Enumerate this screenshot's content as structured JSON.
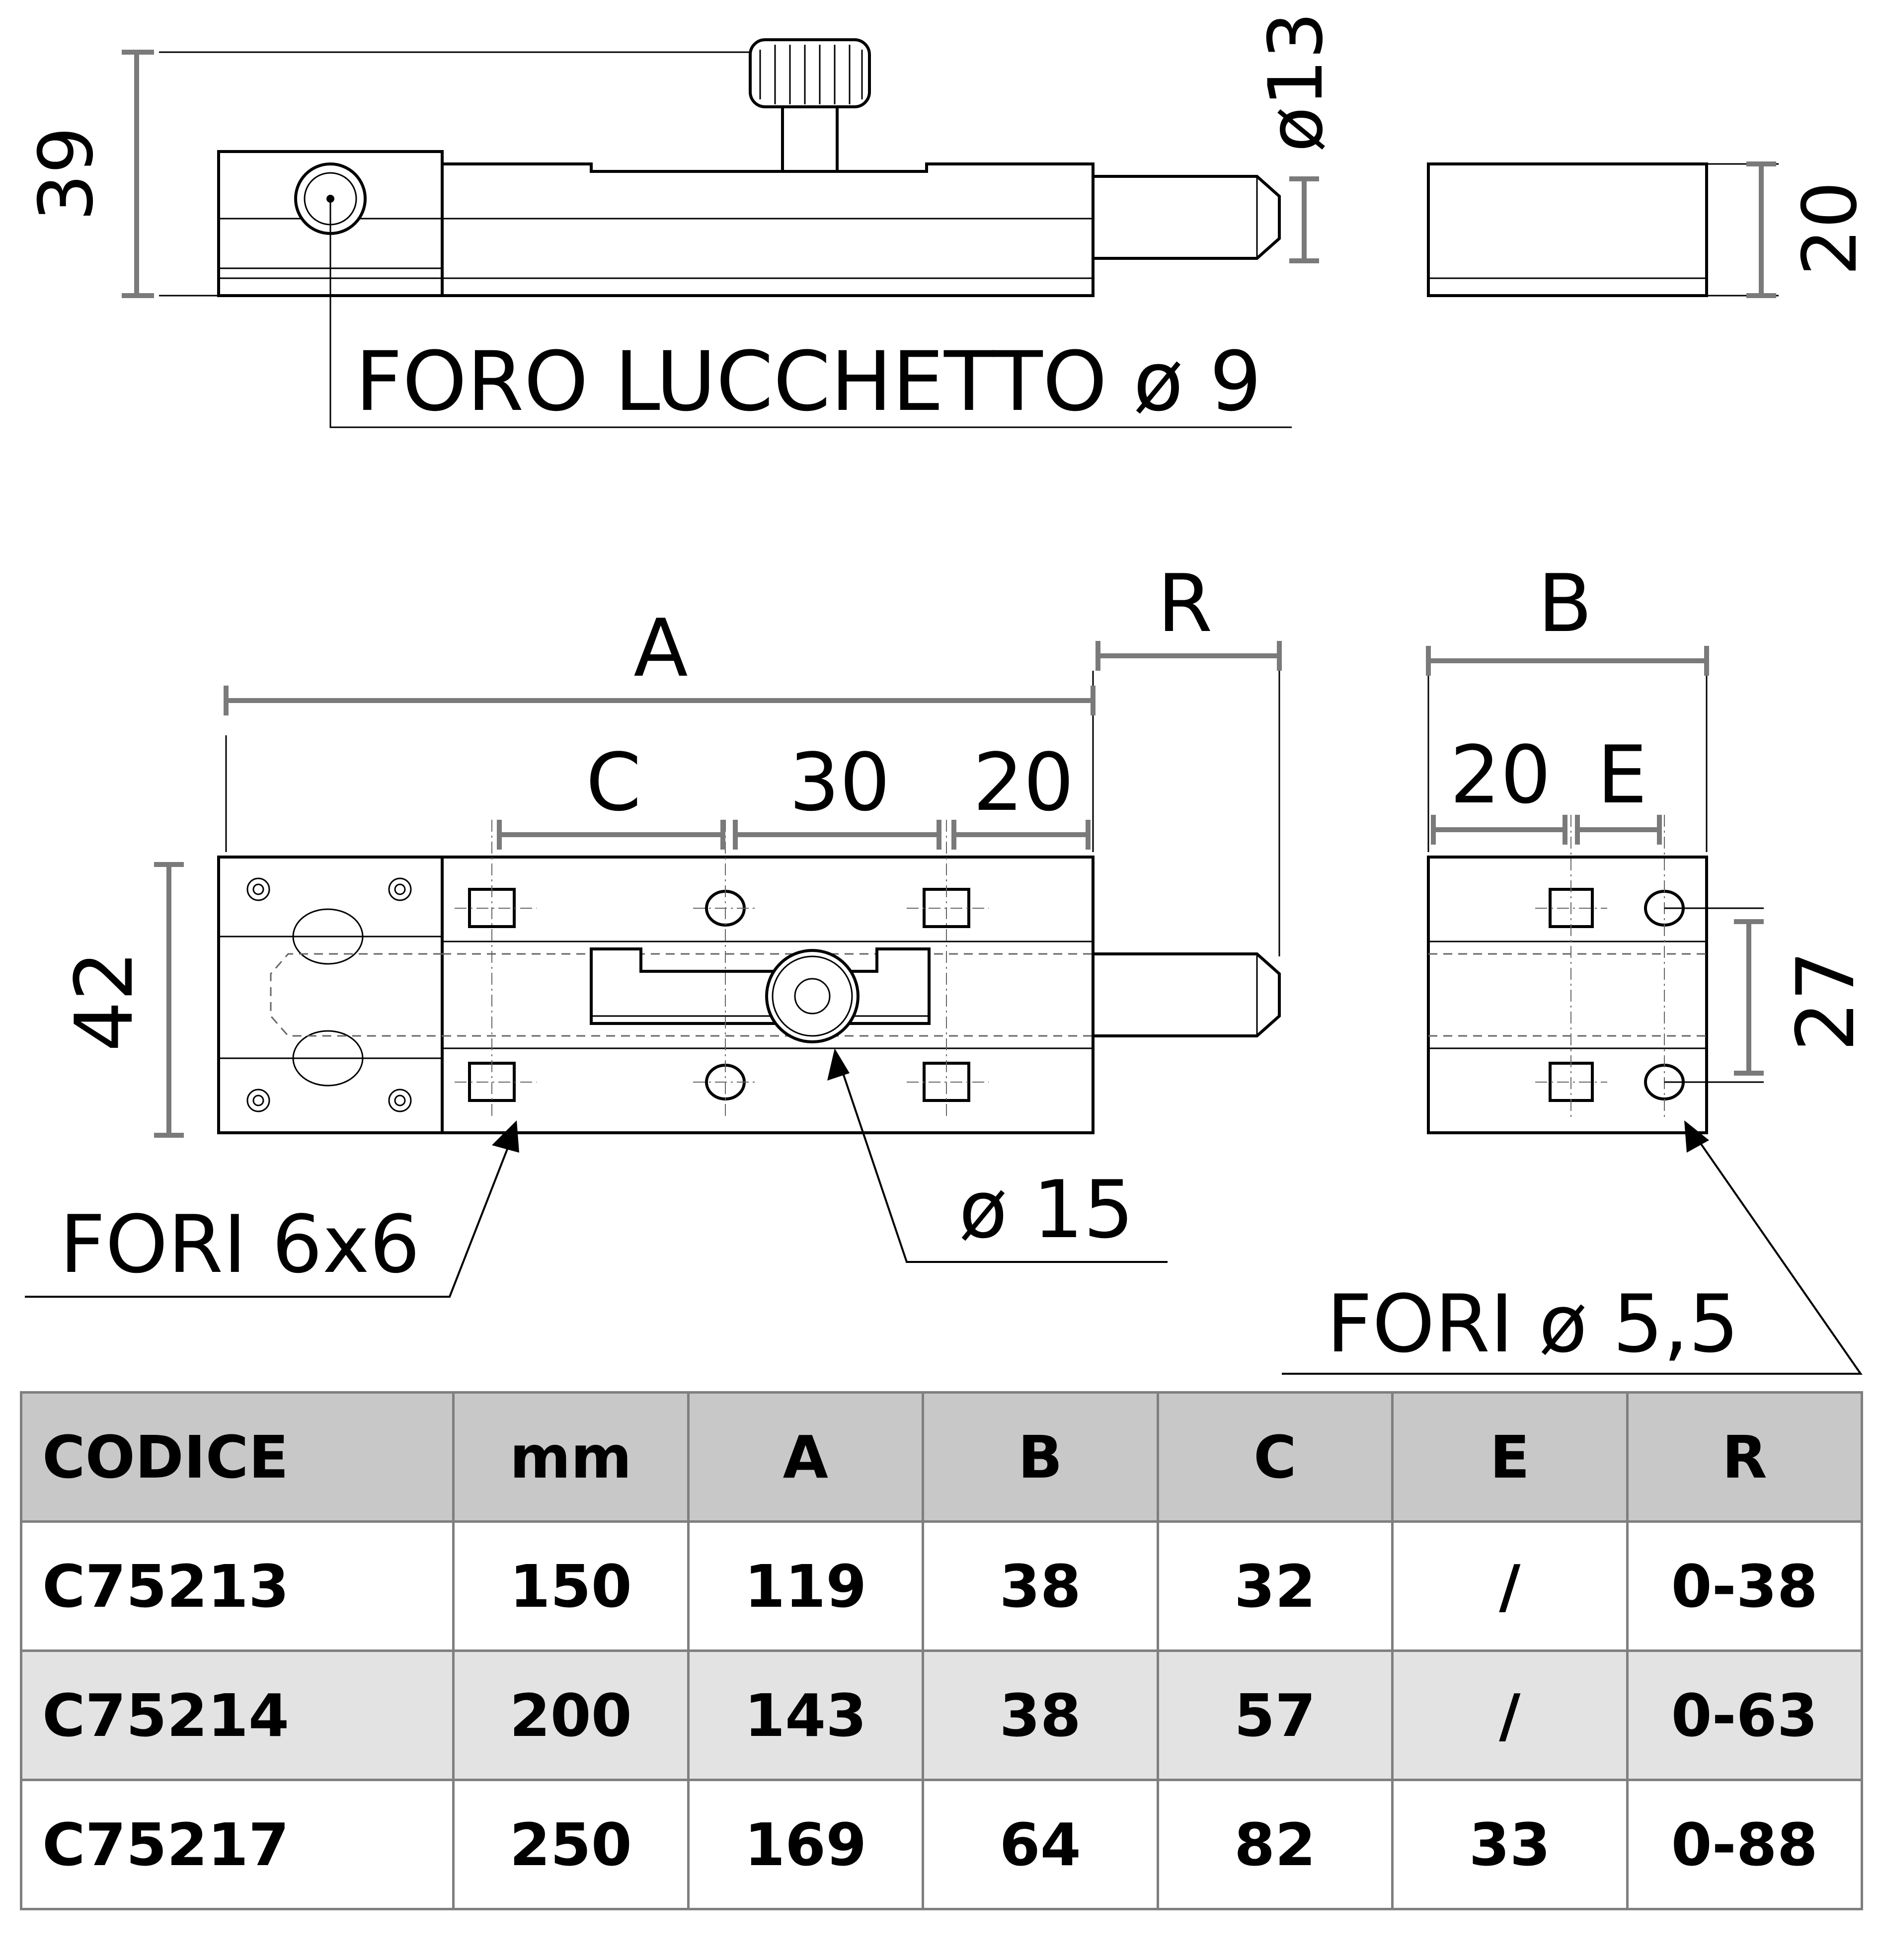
{
  "drawing": {
    "top_view": {
      "height_label": "39",
      "pin_diameter_label": "ø13",
      "padlock_hole_label": "FORO LUCCHETTO ø 9"
    },
    "keeper_side": {
      "height_label": "20"
    },
    "front_view": {
      "length_label": "A",
      "stroke_label": "R",
      "spacing_c_label": "C",
      "spacing_30_label": "30",
      "spacing_20_label": "20",
      "width_label": "42",
      "knob_diameter_label": "ø 15",
      "square_holes_label": "FORI 6x6"
    },
    "keeper_front": {
      "width_label": "B",
      "offset_20_label": "20",
      "spacing_e_label": "E",
      "hole_distance_label": "27",
      "round_holes_label": "FORI ø 5,5"
    }
  },
  "table": {
    "headers": [
      "CODICE",
      "mm",
      "A",
      "B",
      "C",
      "E",
      "R"
    ],
    "rows": [
      [
        "C75213",
        "150",
        "119",
        "38",
        "32",
        "/",
        "0-38"
      ],
      [
        "C75214",
        "200",
        "143",
        "38",
        "57",
        "/",
        "0-63"
      ],
      [
        "C75217",
        "250",
        "169",
        "64",
        "82",
        "33",
        "0-88"
      ]
    ]
  }
}
